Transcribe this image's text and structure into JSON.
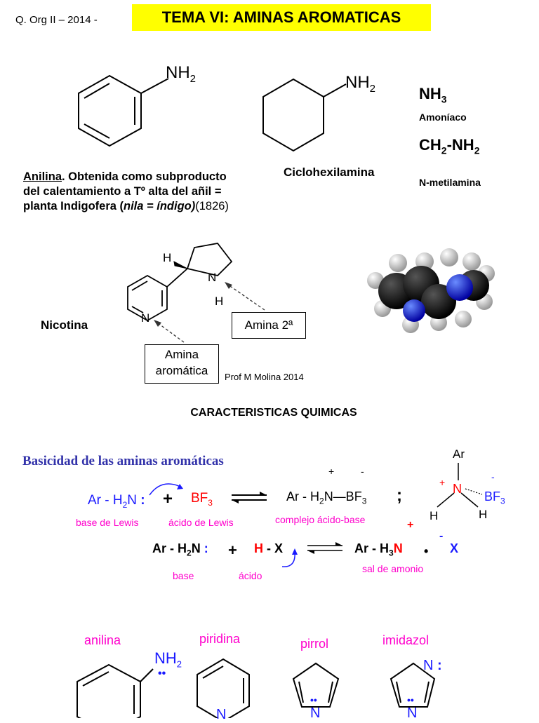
{
  "header": {
    "course": "Q. Org II – 2014 -",
    "title": "TEMA VI:  AMINAS AROMATICAS"
  },
  "structures": {
    "aniline_label": "NH2",
    "cyclohexylamine_label": "NH2",
    "cyclohexylamine_name": "Ciclohexilamina",
    "ammonia_formula": "NH3",
    "ammonia_name": "Amoníaco",
    "methylamine_formula": "CH2-NH2",
    "methylamine_name": "N-metilamina"
  },
  "aniline_note": {
    "word": "Anilina",
    "line1_rest": ". Obtenida como subproducto",
    "line2": "del calentamiento a Tº alta del añil =",
    "line3_a": "planta Indigofera (",
    "line3_italic": "nila = índigo)",
    "line3_b": "(1826)"
  },
  "nicotine": {
    "name": "Nicotina",
    "box_secondary": "Amina 2ª",
    "box_aromatic_1": "Amina",
    "box_aromatic_2": "aromática",
    "credit": "Prof M Molina 2014"
  },
  "section_title": "CARACTERISTICAS  QUIMICAS",
  "basicity": {
    "heading": "Basicidad de las aminas aromáticas",
    "lewis_base_label": "base de Lewis",
    "lewis_acid_label": "ácido de Lewis",
    "complex_label": "complejo ácido-base",
    "base_label": "base",
    "acid_label": "ácido",
    "salt_label": "sal de amonio",
    "semicolon": ";"
  },
  "rings": {
    "aniline": "anilina",
    "pyridine": "piridina",
    "pyrrole": "pirrol",
    "imidazole": "imidazol"
  },
  "colors": {
    "highlight": "#ffff00",
    "blue": "#1a1aff",
    "red": "#ff0000",
    "magenta": "#ff00cc",
    "heading_blue": "#3333aa"
  }
}
